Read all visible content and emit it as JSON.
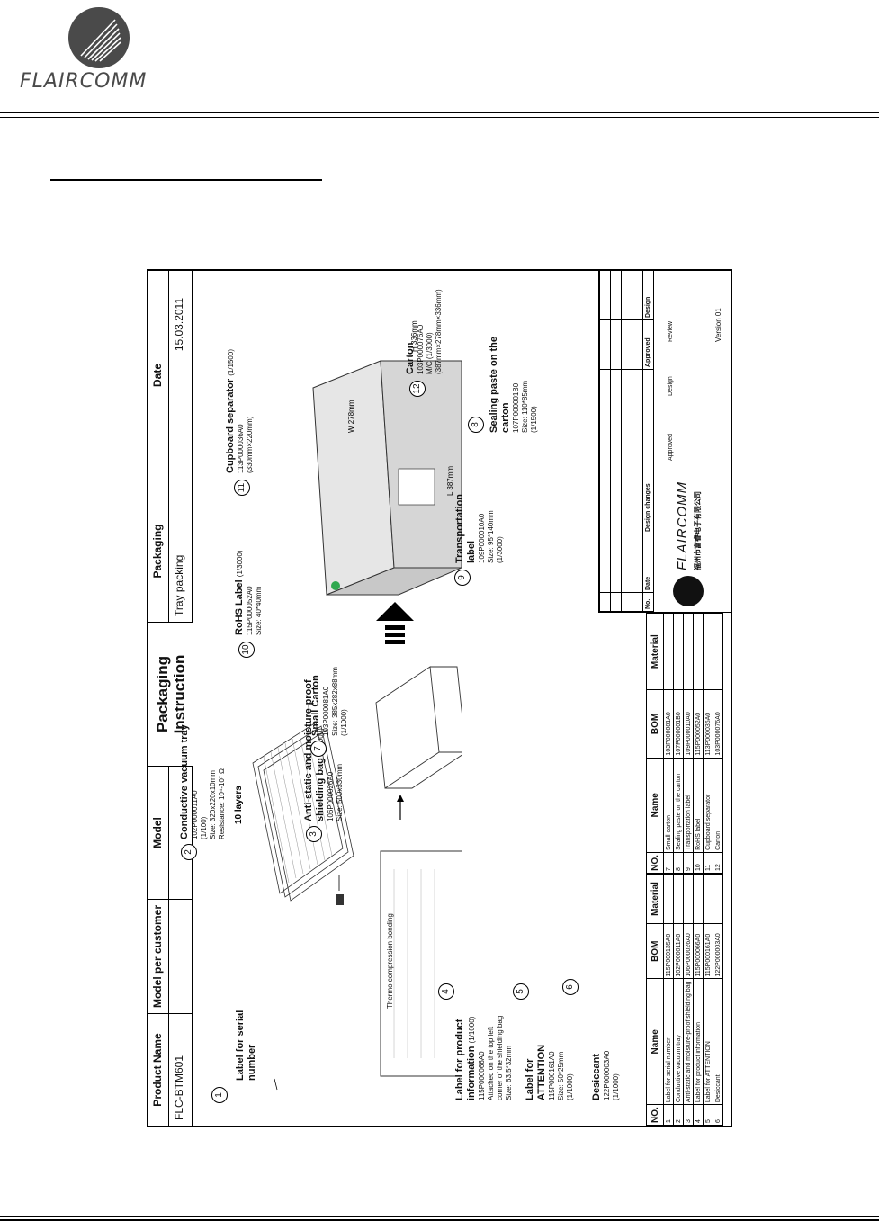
{
  "brand": {
    "name": "FLAIRCOMM"
  },
  "sheet": {
    "header": {
      "product_name_label": "Product Name",
      "product_name_value": "FLC-BTM601",
      "model_per_customer_label": "Model per customer",
      "model_label": "Model",
      "title_line1": "Packaging",
      "title_line2": "Instruction",
      "packaging_label": "Packaging",
      "packaging_value": "Tray  packing",
      "date_label": "Date",
      "date_value": "15.03.2011"
    },
    "callouts": {
      "c1": {
        "num": "1",
        "title": "Label for serial number"
      },
      "c2": {
        "num": "2",
        "title": "Conductive vacuum tray",
        "lines": [
          "102P000011A0",
          "(1/100)",
          "Size: 320x220x10mm",
          "Resistance: 10⁴-10⁷ Ω"
        ]
      },
      "c3": {
        "num": "3",
        "title": "Anti-static and moisture-proof shielding bag",
        "qty": "(1/1000)",
        "lines": [
          "106P000026A0",
          "Size: 500x330mm"
        ]
      },
      "c4": {
        "num": "4",
        "title": "Label for product information",
        "qty": "(1/1000)",
        "lines": [
          "115P000066A0",
          "Attached on the top left",
          "corner of the shielding bag",
          "Size: 63.5*32mm"
        ]
      },
      "c5": {
        "num": "5",
        "title": "Label for ATTENTION",
        "lines": [
          "115P000161A0",
          "Size: 50*25mm",
          "(1/1000)"
        ]
      },
      "c6": {
        "num": "6",
        "title": "Desiccant",
        "lines": [
          "122P000003A0",
          "(1/1000)"
        ]
      },
      "c7": {
        "num": "7",
        "title": "Small Carton",
        "lines": [
          "103P000081A0",
          "Size: 385x282x88mm",
          "(1/1000)"
        ]
      },
      "c8": {
        "num": "8",
        "title": "Sealing paste on the carton",
        "lines": [
          "107P000001B0",
          "Size: 110*85mm",
          "(1/1500)"
        ]
      },
      "c9": {
        "num": "9",
        "title": "Transportation label",
        "lines": [
          "109P000010A0",
          "Size: 95*140mm",
          "(1/3000)"
        ]
      },
      "c10": {
        "num": "10",
        "title": "RoHS Label",
        "qty": "(1/3000)",
        "lines": [
          "115P000052A0",
          "Size: 40*40mm"
        ]
      },
      "c11": {
        "num": "11",
        "title": "Cupboard separator",
        "qty": "(1/1500)",
        "lines": [
          "113P000036A0",
          "(330mm×220mm)"
        ]
      },
      "c12": {
        "num": "12",
        "title": "Carton",
        "lines": [
          "103P000076A0",
          "M/C (1/3000)",
          "(387mm×278mm×336mm)"
        ]
      }
    },
    "drawing": {
      "ten_layers": "10 layers",
      "thermo": "Thermo compression bonding",
      "dim_h": "H 336mm",
      "dim_w": "W 278mm",
      "dim_l": "L 387mm"
    },
    "bom_headers": {
      "no": "NO.",
      "name": "Name",
      "bom": "BOM",
      "material": "Material"
    },
    "bom_left": [
      {
        "no": "1",
        "name": "Label for serial number",
        "bom": "115P000135A0",
        "material": ""
      },
      {
        "no": "2",
        "name": "Conductive vacuum tray",
        "bom": "102P000011A0",
        "material": ""
      },
      {
        "no": "3",
        "name": "Anti-static and moisture-proof shielding bag",
        "bom": "106P000026A0",
        "material": ""
      },
      {
        "no": "4",
        "name": "Label for product information",
        "bom": "115P000066A0",
        "material": ""
      },
      {
        "no": "5",
        "name": "Label for ATTENTION",
        "bom": "115P000161A0",
        "material": ""
      },
      {
        "no": "6",
        "name": "Desiccant",
        "bom": "122P000003A0",
        "material": ""
      }
    ],
    "bom_right": [
      {
        "no": "7",
        "name": "Small carton",
        "bom": "103P000081A0",
        "material": ""
      },
      {
        "no": "8",
        "name": "Sealing paste on the carton",
        "bom": "107P000001B0",
        "material": ""
      },
      {
        "no": "9",
        "name": "Transportation label",
        "bom": "109P000010A0",
        "material": ""
      },
      {
        "no": "10",
        "name": "RoHS label",
        "bom": "115P000052A0",
        "material": ""
      },
      {
        "no": "11",
        "name": "Cupboard separator",
        "bom": "113P000036A0",
        "material": ""
      },
      {
        "no": "12",
        "name": "Carton",
        "bom": "103P000076A0",
        "material": ""
      }
    ],
    "revision": {
      "no": "No.",
      "date": "Date",
      "changes": "Design changes",
      "approved": "Approved",
      "design": "Design",
      "review": "Review",
      "approved2": "Approved",
      "design2": "Design",
      "version_label": "Version",
      "version_value": "01",
      "company_cn": "福州市富睿电子有限公司",
      "logo_text": "FLAIRCOMM"
    }
  }
}
